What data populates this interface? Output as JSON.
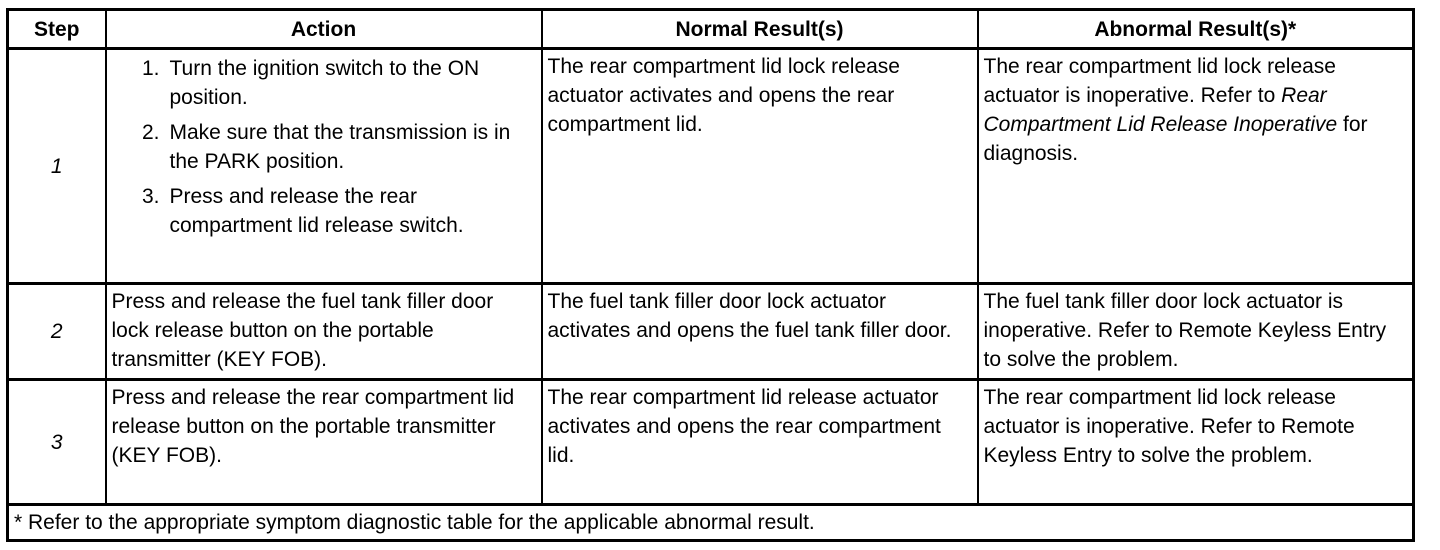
{
  "table": {
    "headers": [
      "Step",
      "Action",
      "Normal Result(s)",
      "Abnormal Result(s)*"
    ],
    "rows": [
      {
        "step": "1",
        "action_items": [
          {
            "num": "1.",
            "text": "Turn the ignition switch to the ON position."
          },
          {
            "num": "2.",
            "text": "Make sure that the transmission is in the PARK position."
          },
          {
            "num": "3.",
            "text": "Press and release the rear compartment lid release switch."
          }
        ],
        "normal": "The rear compartment lid lock release actuator activates and opens the rear compartment lid.",
        "abnormal_pre": "The rear compartment lid lock release actuator is inoperative. Refer to ",
        "abnormal_ref": "Rear Compartment Lid Release Inoperative",
        "abnormal_post": " for diagnosis."
      },
      {
        "step": "2",
        "action": "Press and release the fuel tank filler door lock release button on the portable transmitter (KEY FOB).",
        "normal": "The fuel tank filler door lock actuator activates and opens the fuel tank filler door.",
        "abnormal": "The fuel tank filler door lock actuator is inoperative. Refer to Remote Keyless Entry to solve the problem."
      },
      {
        "step": "3",
        "action": "Press and release the rear compartment lid release button on the portable transmitter (KEY FOB).",
        "normal": "The rear compartment lid release actuator activates and opens the rear compartment lid.",
        "abnormal": "The rear compartment lid lock release actuator is inoperative. Refer to Remote Keyless Entry to solve the problem."
      }
    ],
    "footnote": "* Refer to the appropriate symptom diagnostic table for the applicable abnormal result."
  }
}
